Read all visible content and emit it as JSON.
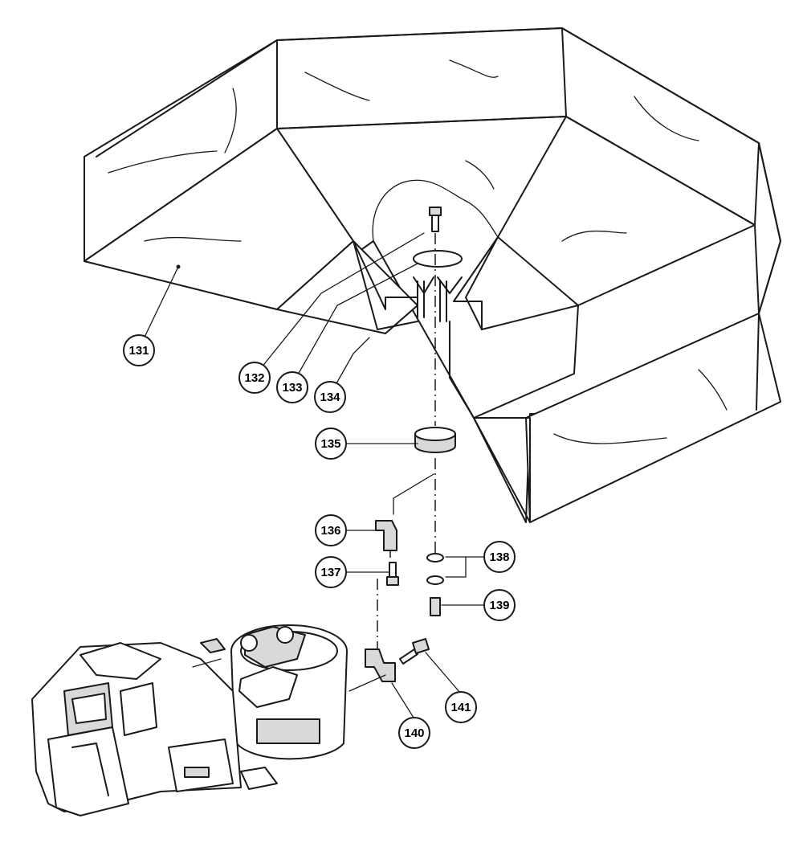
{
  "diagram": {
    "callouts": [
      {
        "id": "131",
        "label": "131"
      },
      {
        "id": "132",
        "label": "132"
      },
      {
        "id": "133",
        "label": "133"
      },
      {
        "id": "134",
        "label": "134"
      },
      {
        "id": "135",
        "label": "135"
      },
      {
        "id": "136",
        "label": "136"
      },
      {
        "id": "137",
        "label": "137"
      },
      {
        "id": "138",
        "label": "138"
      },
      {
        "id": "139",
        "label": "139"
      },
      {
        "id": "140",
        "label": "140"
      },
      {
        "id": "141",
        "label": "141"
      }
    ],
    "colors": {
      "line": "#1a1a1a",
      "background": "#ffffff",
      "shade": "#d9d9d9"
    }
  }
}
